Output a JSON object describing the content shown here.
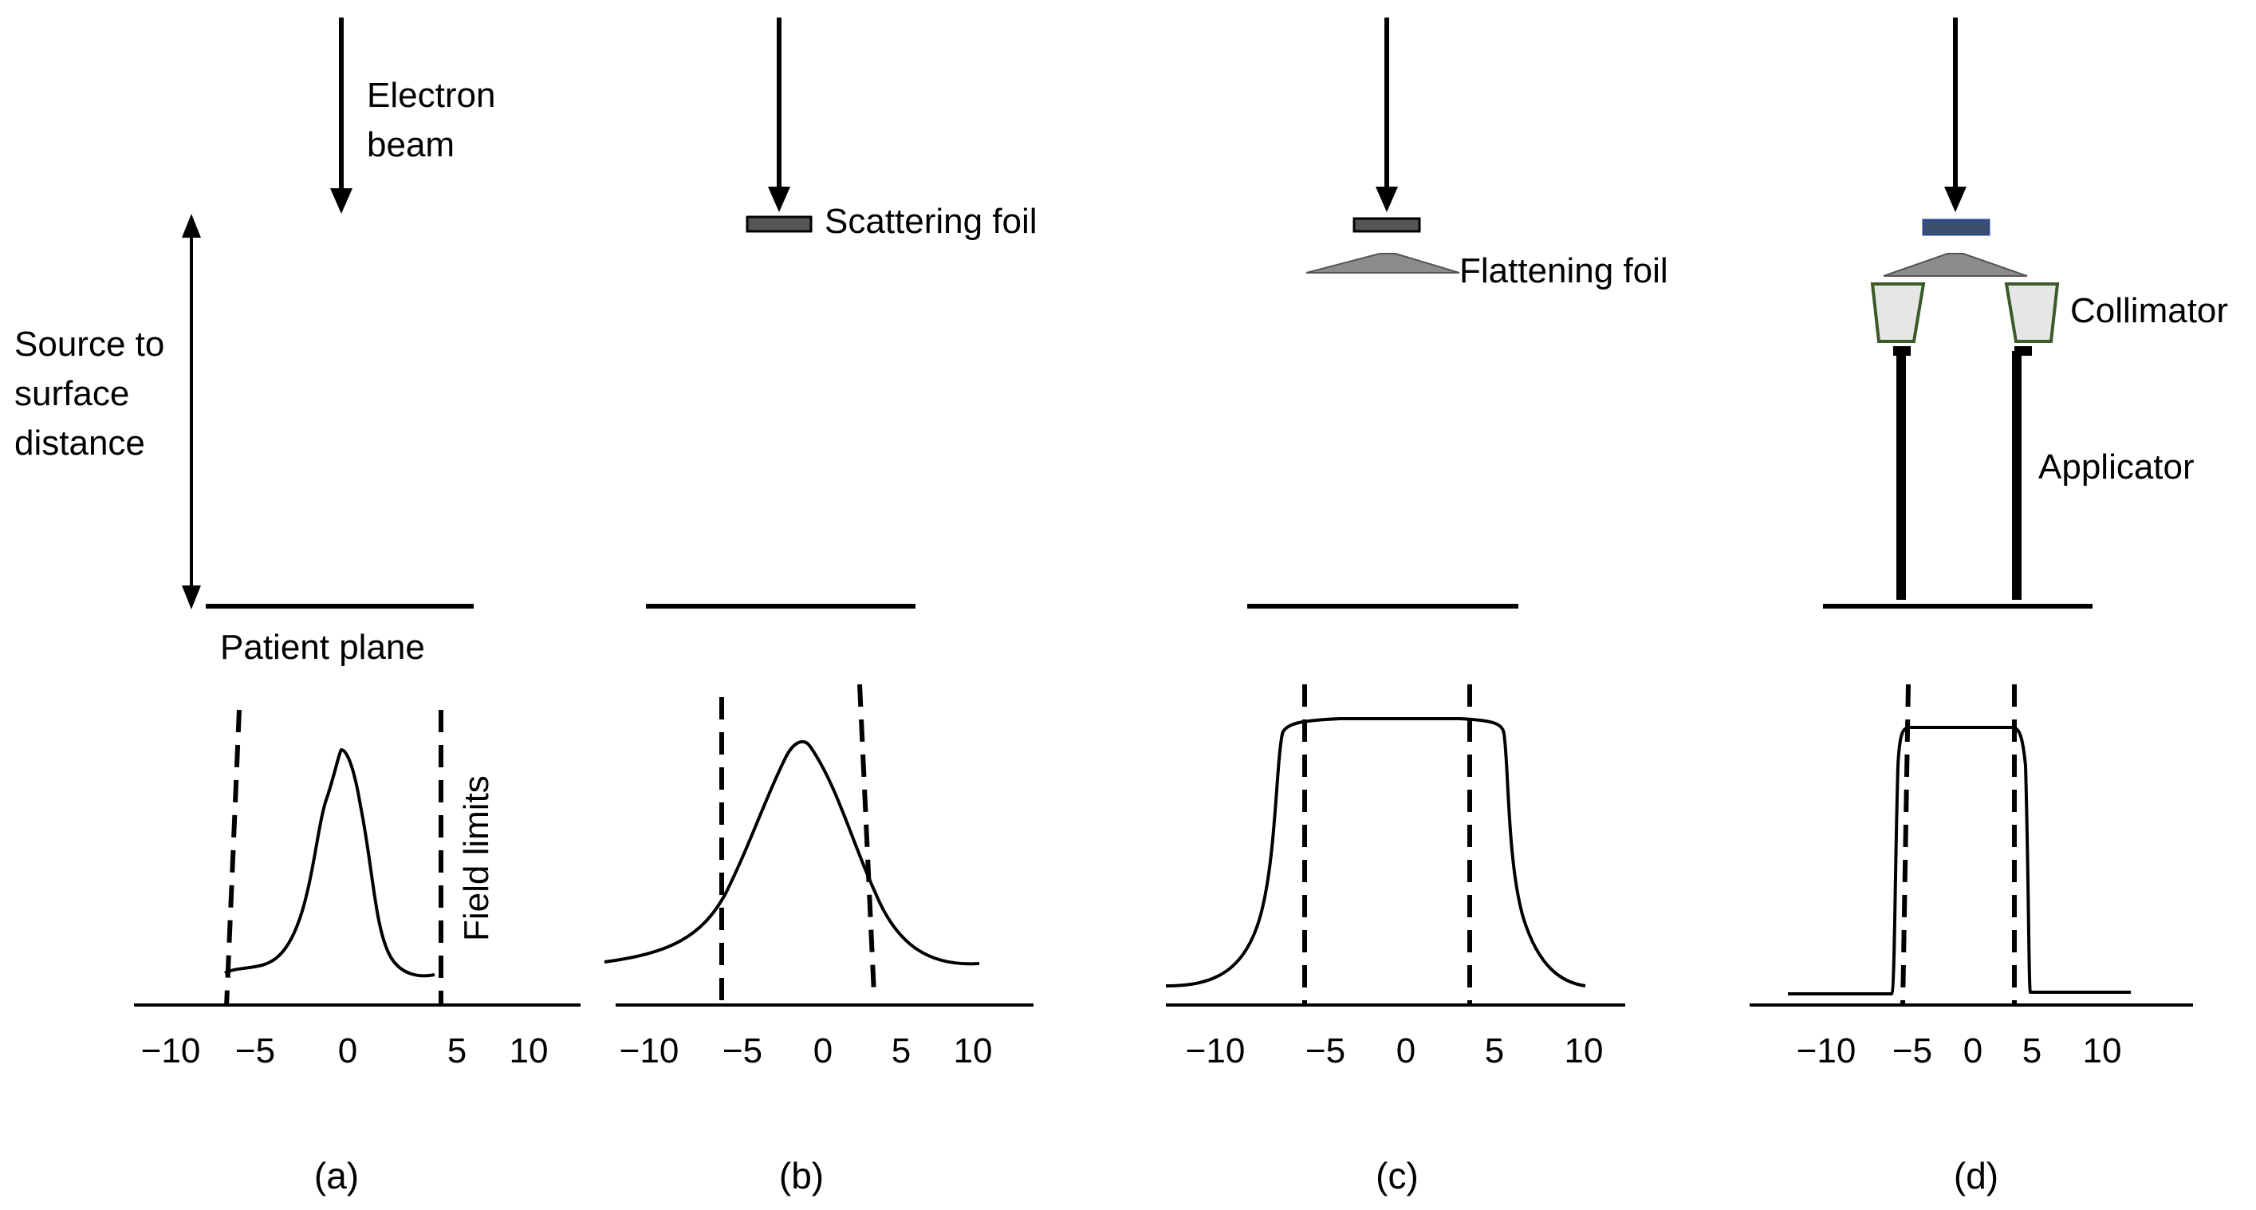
{
  "labels": {
    "electron_beam_line1": "Electron",
    "electron_beam_line2": "beam",
    "ssd_line1": "Source to",
    "ssd_line2": "surface",
    "ssd_line3": "distance",
    "patient_plane": "Patient plane",
    "field_limits": "Field limits",
    "scattering_foil": "Scattering foil",
    "flattening_foil": "Flattening foil",
    "collimator": "Collimator",
    "applicator": "Applicator"
  },
  "panels": {
    "a": {
      "label": "(a)",
      "ticks": [
        "−10",
        "−5",
        "0",
        "5",
        "10"
      ]
    },
    "b": {
      "label": "(b)",
      "ticks": [
        "−10",
        "−5",
        "0",
        "5",
        "10"
      ]
    },
    "c": {
      "label": "(c)",
      "ticks": [
        "−10",
        "−5",
        "0",
        "5",
        "10"
      ]
    },
    "d": {
      "label": "(d)",
      "ticks": [
        "−10",
        "−5",
        "0",
        "5",
        "10"
      ]
    }
  },
  "colors": {
    "line": "#000000",
    "scattering_foil": "#555555",
    "flattening_foil": "#8c8c8c",
    "collimator_fill": "#e6e6e6",
    "collimator_stroke": "#3b5a2a",
    "foil_d": "#3d4f6e"
  }
}
